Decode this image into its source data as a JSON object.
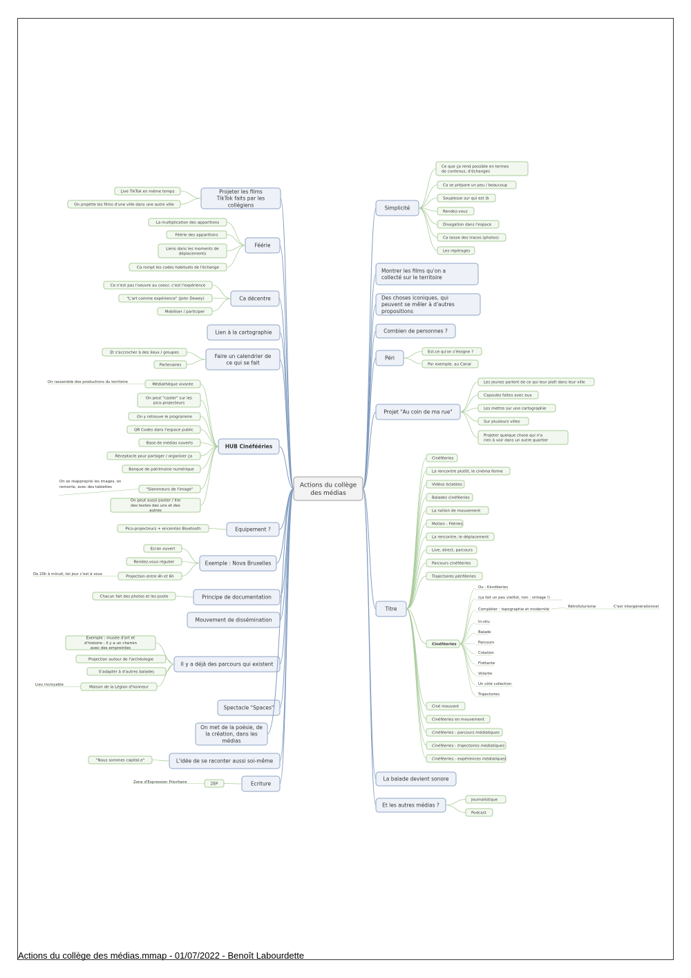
{
  "colors": {
    "connector_main": "#7f9bbf",
    "connector_leaf": "#a9cc9a",
    "main_fill": "#eef2f8",
    "main_stroke": "#8da3c4",
    "leaf_fill": "#f2f8ef",
    "leaf_stroke": "#a9cc9a",
    "center_fill": "#f3f3f3",
    "center_stroke": "#999999"
  },
  "root": "Actions du collège des médias",
  "left_branches": [
    {
      "label": "Projeter les films TikTok faits par les collégiens",
      "children": [
        {
          "label": "Live TikTok en même temps"
        },
        {
          "label": "On projette les films d'une ville dans une autre ville"
        }
      ]
    },
    {
      "label": "Féérie",
      "children": [
        {
          "label": "La multiplication des apparitions"
        },
        {
          "label": "Féérie des apparitions"
        },
        {
          "label": "Liens dans les moments de déplacements"
        },
        {
          "label": "Ca rompt les codes habituels de l'échange"
        }
      ]
    },
    {
      "label": "Ca décentre",
      "children": [
        {
          "label": "Ce n'est pas l'oeuvre au coeur, c'est l'expérience"
        },
        {
          "label": "\"L'art comme expérience\" (John Dewey)"
        },
        {
          "label": "Mobiliser / participer"
        }
      ]
    },
    {
      "label": "Lien à la cartographie",
      "children": []
    },
    {
      "label": "Faire un calendrier de ce qui se fait",
      "children": [
        {
          "label": "Et s'accrocher à des lieux / groupes"
        },
        {
          "label": "Partenaires"
        }
      ]
    },
    {
      "label": "HUB Cinéfééries",
      "bold": true,
      "children": [
        {
          "label": "Médiathèque vivante",
          "note": "On rassemble des productions du territoire"
        },
        {
          "label": "On peut \"caster\" sur les pico-projecteurs"
        },
        {
          "label": "On y retrouve le programme"
        },
        {
          "label": "QR Codes dans l'espace public"
        },
        {
          "label": "Base de médias ouverts"
        },
        {
          "label": "Réceptacle pour partager / organiser ça"
        },
        {
          "label": "Banque de patrimoine numérique"
        },
        {
          "label": "\"Slammeurs de l'image\"",
          "note": "On se réapproprie les images, on remonte, avec des tablettes"
        },
        {
          "label": "On peut aussi poster / lire des textes des uns et des autres"
        }
      ]
    },
    {
      "label": "Equipement ?",
      "children": [
        {
          "label": "Pico-projecteurs + enceintes Bluetooth"
        }
      ]
    },
    {
      "label": "Exemple : Nova Bruxelles",
      "children": [
        {
          "label": "Ecran ouvert"
        },
        {
          "label": "Rendez-vous régulier"
        },
        {
          "label": "Projection entre 4h et 6h",
          "note": "De 20h à minuit, tel jour c'est à vous"
        }
      ]
    },
    {
      "label": "Principe de documentation",
      "children": [
        {
          "label": "Chacun fait des photos et les poste"
        }
      ]
    },
    {
      "label": "Mouvement de dissémination",
      "children": []
    },
    {
      "label": "Il y a déjà des parcours qui existent",
      "children": [
        {
          "label": "Exemple : musée d'art et d'histoire : il y a un chemin avec des empreintes"
        },
        {
          "label": "Projection autour de l'archéologie"
        },
        {
          "label": "S'adapter à d'autres balades"
        },
        {
          "label": "Maison de la Légion d'honneur",
          "note": "Lieu incroyable"
        }
      ]
    },
    {
      "label": "Spectacle \"Spaces\"",
      "children": []
    },
    {
      "label": "On met de la poésie, de la création, dans les médias",
      "children": []
    },
    {
      "label": "L'idée de se raconter aussi soi-même",
      "children": [
        {
          "label": "\"Nous sommes capital.e\""
        }
      ]
    },
    {
      "label": "Ecriture",
      "children": [
        {
          "label": "ZEP",
          "note": "Zone d'Expression Prioritaire"
        }
      ]
    }
  ],
  "right_branches": [
    {
      "label": "Simplicité",
      "children": [
        {
          "label": "Ce que ça rend possible en termes de contenus, d'échanges"
        },
        {
          "label": "Ca se prépare un peu / beaucoup"
        },
        {
          "label": "Souplesse sur qui est là"
        },
        {
          "label": "Rendez-vous"
        },
        {
          "label": "Divagation dans l'espace"
        },
        {
          "label": "Ca laisse des traces (photos)"
        },
        {
          "label": "Les repérages"
        }
      ]
    },
    {
      "label": "Montrer les films qu'on a collecté sur le territoire",
      "children": []
    },
    {
      "label": "Des choses iconiques, qui peuvent se mêler à d'autres propositions",
      "children": []
    },
    {
      "label": "Combien de personnes ?",
      "children": []
    },
    {
      "label": "Péri",
      "children": [
        {
          "label": "Est-ce qu'on s'éloigne ?"
        },
        {
          "label": "Par exemple, au Canal"
        }
      ]
    },
    {
      "label": "Projet \"Au coin de ma rue\"",
      "children": [
        {
          "label": "Les jeunes parlent de ce qui leur plaît dans leur ville"
        },
        {
          "label": "Capsules faites avec eux"
        },
        {
          "label": "Les mettre sur une cartographie"
        },
        {
          "label": "Sur plusieurs villes"
        },
        {
          "label": "Projeter quelque chose qui n'a rien à voir dans un autre quartier"
        }
      ]
    },
    {
      "label": "Titre",
      "children": [
        {
          "label": "Cinéféeries"
        },
        {
          "label": "La rencontre plutôt, le cinéma ferme"
        },
        {
          "label": "Vidéos éclatées"
        },
        {
          "label": "Balades cinéféeries"
        },
        {
          "label": "La notion de mouvement"
        },
        {
          "label": "Motion - Fééries"
        },
        {
          "label": "La rencontre, le déplacement"
        },
        {
          "label": "Live, direct, parcours"
        },
        {
          "label": "Parcours cinéféeries"
        },
        {
          "label": "Trajectoires périféeries"
        },
        {
          "label": "Cinéféeries",
          "bold": true,
          "children": [
            {
              "label": "Ou : Kinoféeries"
            },
            {
              "label": "(ça fait un peu vieillot, non : vintage !)"
            },
            {
              "label": "Compléter : topographie et modernité",
              "children": [
                {
                  "label": "Rétrofuturisme",
                  "children": [
                    {
                      "label": "C'est intergénérationnel"
                    }
                  ]
                }
              ]
            },
            {
              "label": "In-situ"
            },
            {
              "label": "Balade"
            },
            {
              "label": "Parcours"
            },
            {
              "label": "Création"
            },
            {
              "label": "Flottante"
            },
            {
              "label": "Volante"
            },
            {
              "label": "Un côté collection"
            },
            {
              "label": "Trajectoires"
            }
          ]
        },
        {
          "label": "Ciné mouvant"
        },
        {
          "label": "Cinéféeries en mouvement"
        },
        {
          "label": "Cinéféeries : parcours médiatiques",
          "italic": true
        },
        {
          "label": "Cinéféeries : trajectoires médiatiques",
          "italic": true
        },
        {
          "label": "Cinéféeries : expériences médiatiques",
          "italic": true
        }
      ]
    },
    {
      "label": "La balade devient sonore",
      "children": []
    },
    {
      "label": "Et les autres médias ?",
      "children": [
        {
          "label": "Journalistique"
        },
        {
          "label": "Podcast"
        }
      ]
    }
  ],
  "footer": "Actions du collège des médias.mmap - 01/07/2022 - Benoît Labourdette"
}
